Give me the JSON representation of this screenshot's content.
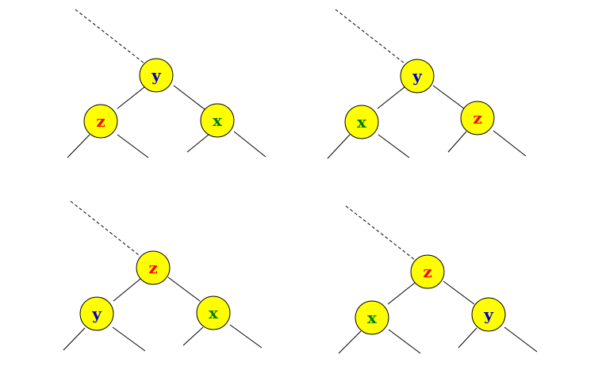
{
  "colors": {
    "node_fill": "#ffff00",
    "x": "#008000",
    "y": "#0000c8",
    "z": "#ff0000"
  },
  "trees": [
    {
      "root": "y",
      "left": "z",
      "right": "x"
    },
    {
      "root": "y",
      "left": "x",
      "right": "z"
    },
    {
      "root": "z",
      "left": "y",
      "right": "x"
    },
    {
      "root": "z",
      "left": "x",
      "right": "y"
    }
  ]
}
